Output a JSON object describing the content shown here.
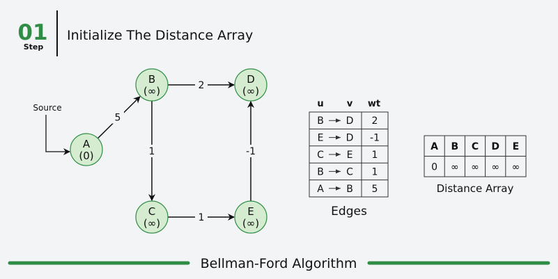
{
  "header": {
    "step_number": "01",
    "step_label": "Step",
    "title": "Initialize The Distance Array"
  },
  "colors": {
    "accent": "#2f8d46",
    "node_fill": "#d5ecd0",
    "node_stroke": "#2f8d46",
    "background": "#f3f4f6"
  },
  "graph": {
    "source_label": "Source",
    "nodes": [
      {
        "id": "A",
        "dist": "(0)"
      },
      {
        "id": "B",
        "dist": "(∞)"
      },
      {
        "id": "C",
        "dist": "(∞)"
      },
      {
        "id": "D",
        "dist": "(∞)"
      },
      {
        "id": "E",
        "dist": "(∞)"
      }
    ],
    "edges": [
      {
        "from": "A",
        "to": "B",
        "weight": "5"
      },
      {
        "from": "B",
        "to": "D",
        "weight": "2"
      },
      {
        "from": "B",
        "to": "C",
        "weight": "1"
      },
      {
        "from": "C",
        "to": "E",
        "weight": "1"
      },
      {
        "from": "E",
        "to": "D",
        "weight": "-1"
      }
    ]
  },
  "edges_table": {
    "headers": [
      "u",
      "v",
      "wt"
    ],
    "rows": [
      {
        "u": "B",
        "v": "D",
        "wt": "2"
      },
      {
        "u": "E",
        "v": "D",
        "wt": "-1"
      },
      {
        "u": "C",
        "v": "E",
        "wt": "1"
      },
      {
        "u": "B",
        "v": "C",
        "wt": "1"
      },
      {
        "u": "A",
        "v": "B",
        "wt": "5"
      }
    ],
    "caption": "Edges"
  },
  "distance_array": {
    "headers": [
      "A",
      "B",
      "C",
      "D",
      "E"
    ],
    "values": [
      "0",
      "∞",
      "∞",
      "∞",
      "∞"
    ],
    "caption": "Distance Array"
  },
  "footer": {
    "title": "Bellman-Ford Algorithm"
  }
}
